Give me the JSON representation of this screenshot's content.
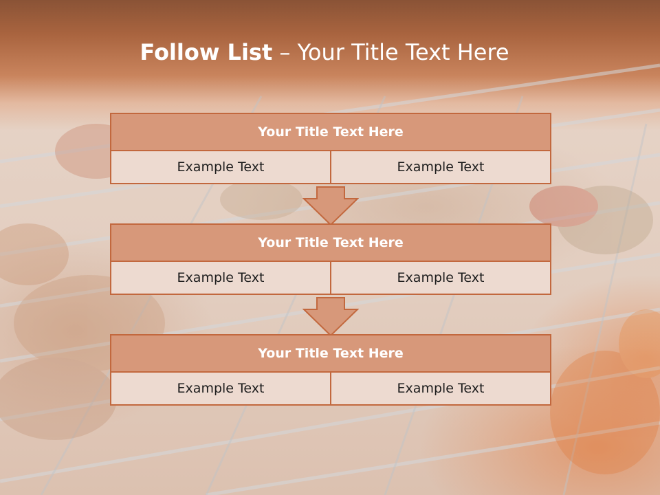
{
  "slide": {
    "title_bold": "Follow List",
    "title_rest": " – Your Title Text Here"
  },
  "blocks": [
    {
      "title": "Your Title Text Here",
      "left": "Example Text",
      "right": "Example Text"
    },
    {
      "title": "Your Title Text Here",
      "left": "Example Text",
      "right": "Example Text"
    },
    {
      "title": "Your Title Text Here",
      "left": "Example Text",
      "right": "Example Text"
    }
  ],
  "colors": {
    "header_fill": "#d7987a",
    "border": "#c2683e",
    "cell_fill": "#eddad0",
    "title_bar": "#a9643f"
  }
}
